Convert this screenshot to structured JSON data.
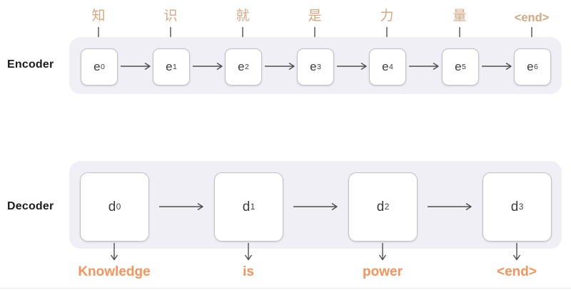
{
  "colors": {
    "track_background": "#f0eff5",
    "box_background": "#ffffff",
    "box_border": "#c2c1c9",
    "arrow": "#4f4f4f",
    "input_token": "#d7a781",
    "output_token": "#f8935c",
    "section_label": "#1c1c1e",
    "unit_label": "#3d3d3d"
  },
  "encoder": {
    "section_label": "Encoder",
    "input_tokens": [
      "知",
      "识",
      "就",
      "是",
      "力",
      "量",
      "<end>"
    ],
    "units": [
      {
        "base": "e",
        "sub": "0"
      },
      {
        "base": "e",
        "sub": "1"
      },
      {
        "base": "e",
        "sub": "2"
      },
      {
        "base": "e",
        "sub": "3"
      },
      {
        "base": "e",
        "sub": "4"
      },
      {
        "base": "e",
        "sub": "5"
      },
      {
        "base": "e",
        "sub": "6"
      }
    ]
  },
  "decoder": {
    "section_label": "Decoder",
    "units": [
      {
        "base": "d",
        "sub": "0"
      },
      {
        "base": "d",
        "sub": "1"
      },
      {
        "base": "d",
        "sub": "2"
      },
      {
        "base": "d",
        "sub": "3"
      }
    ],
    "output_tokens": [
      "Knowledge",
      "is",
      "power",
      "<end>"
    ]
  }
}
